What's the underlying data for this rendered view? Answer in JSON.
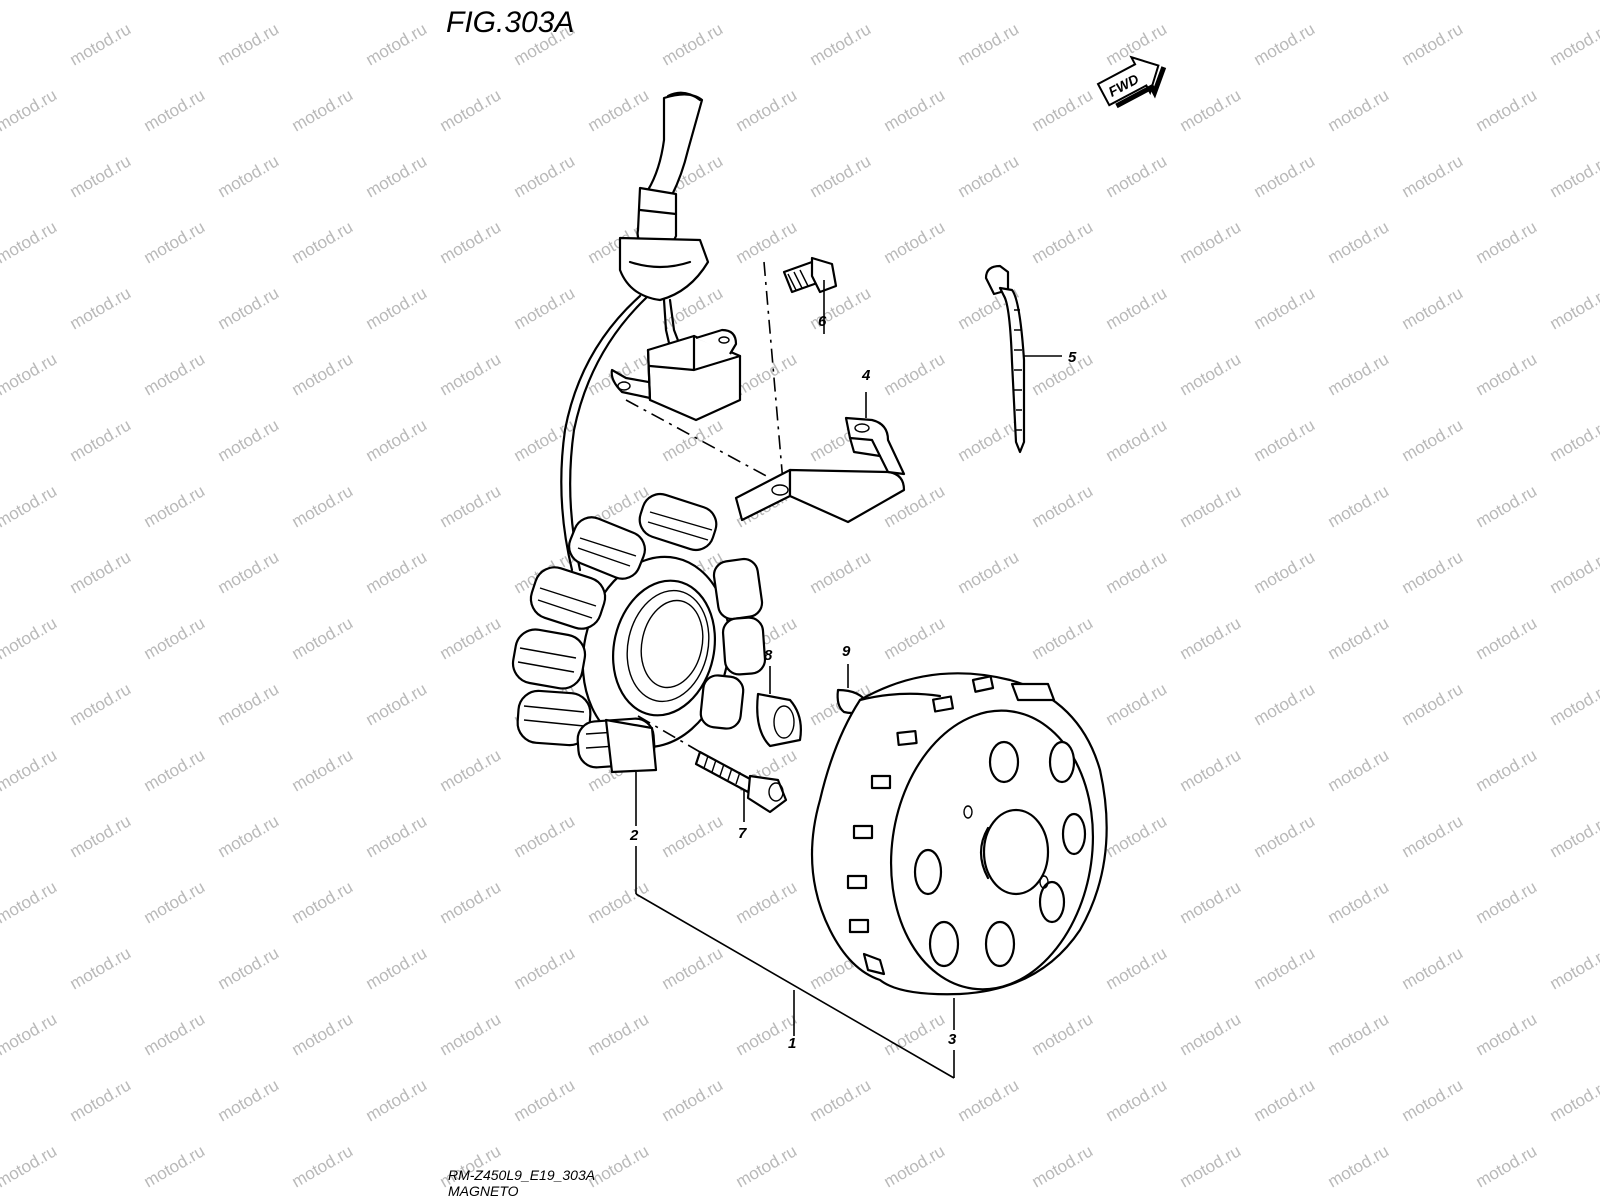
{
  "figure": {
    "title": "FIG.303A",
    "model_code": "RM-Z450L9_E19_303A",
    "caption": "MAGNETO"
  },
  "fwd_arrow": {
    "label": "FWD"
  },
  "watermark": {
    "text": "motod.ru"
  },
  "callouts": [
    {
      "id": "1",
      "label": "1"
    },
    {
      "id": "2",
      "label": "2"
    },
    {
      "id": "3",
      "label": "3"
    },
    {
      "id": "4",
      "label": "4"
    },
    {
      "id": "5",
      "label": "5"
    },
    {
      "id": "6",
      "label": "6"
    },
    {
      "id": "7",
      "label": "7"
    },
    {
      "id": "8",
      "label": "8"
    },
    {
      "id": "9",
      "label": "9"
    }
  ]
}
